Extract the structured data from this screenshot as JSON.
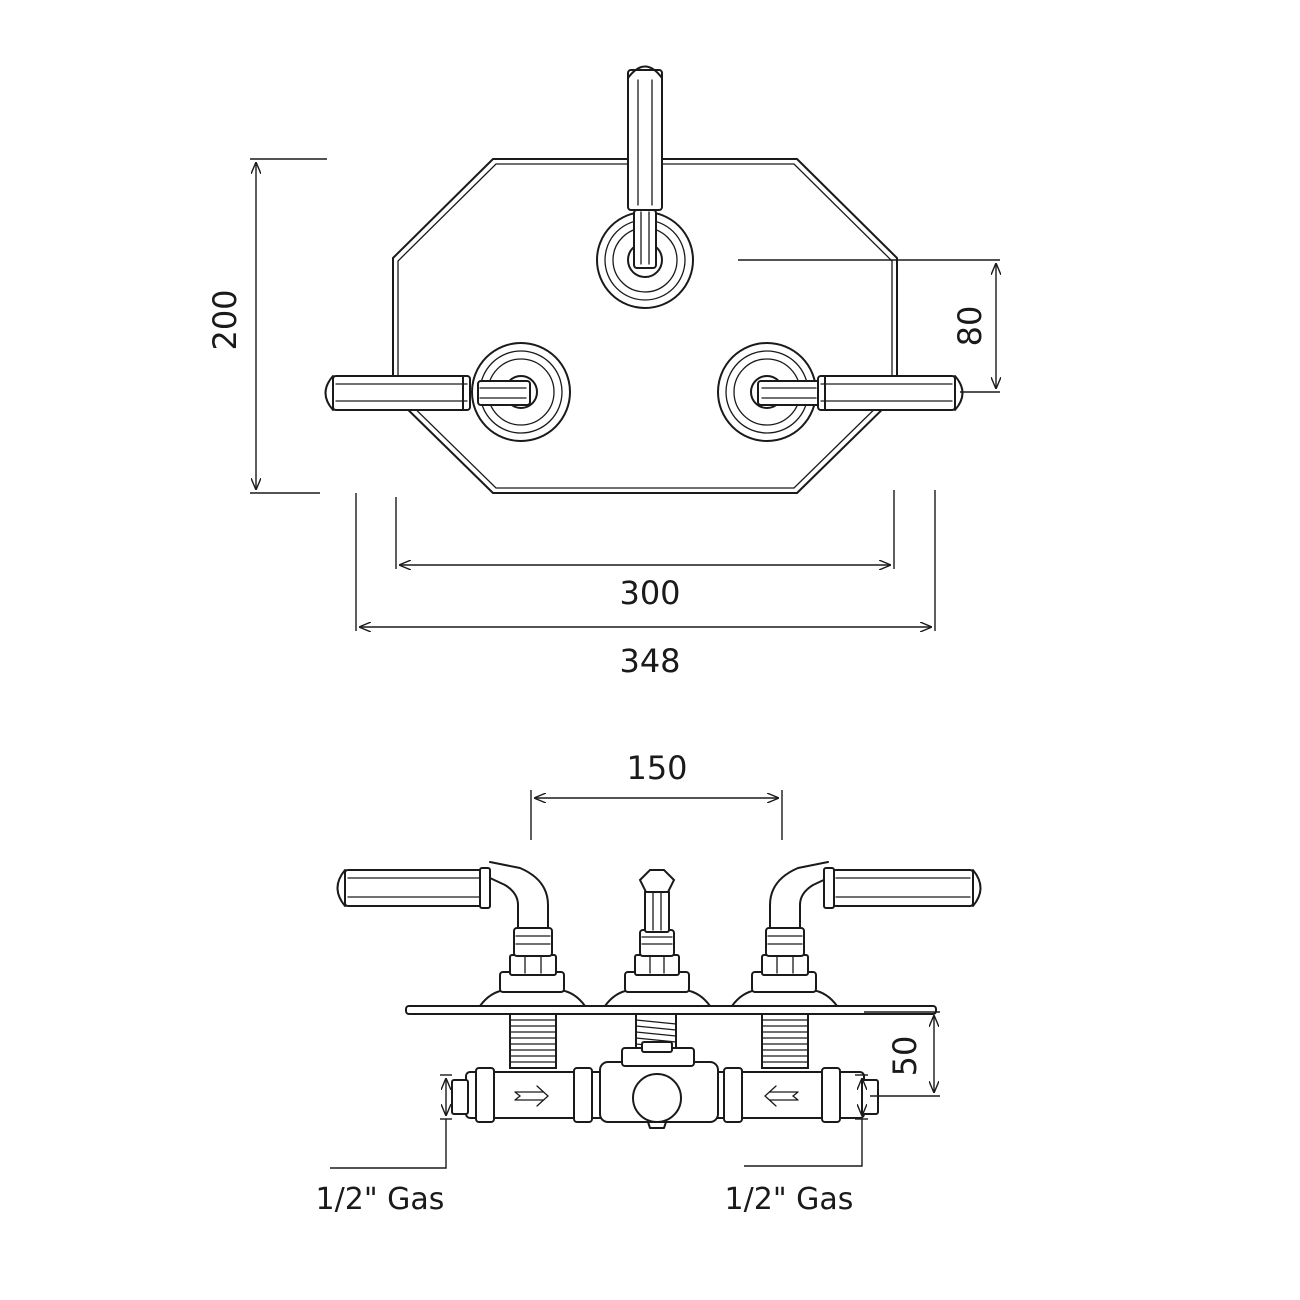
{
  "top_view": {
    "dimensions": {
      "height": "200",
      "inner_width": "300",
      "outer_width": "348",
      "offset": "80"
    }
  },
  "side_view": {
    "dimensions": {
      "spacing": "150",
      "depth": "50"
    },
    "labels": {
      "left_inlet": "1/2\" Gas",
      "right_inlet": "1/2\" Gas"
    }
  },
  "colors": {
    "line": "#1a1a1a",
    "background": "#ffffff"
  }
}
